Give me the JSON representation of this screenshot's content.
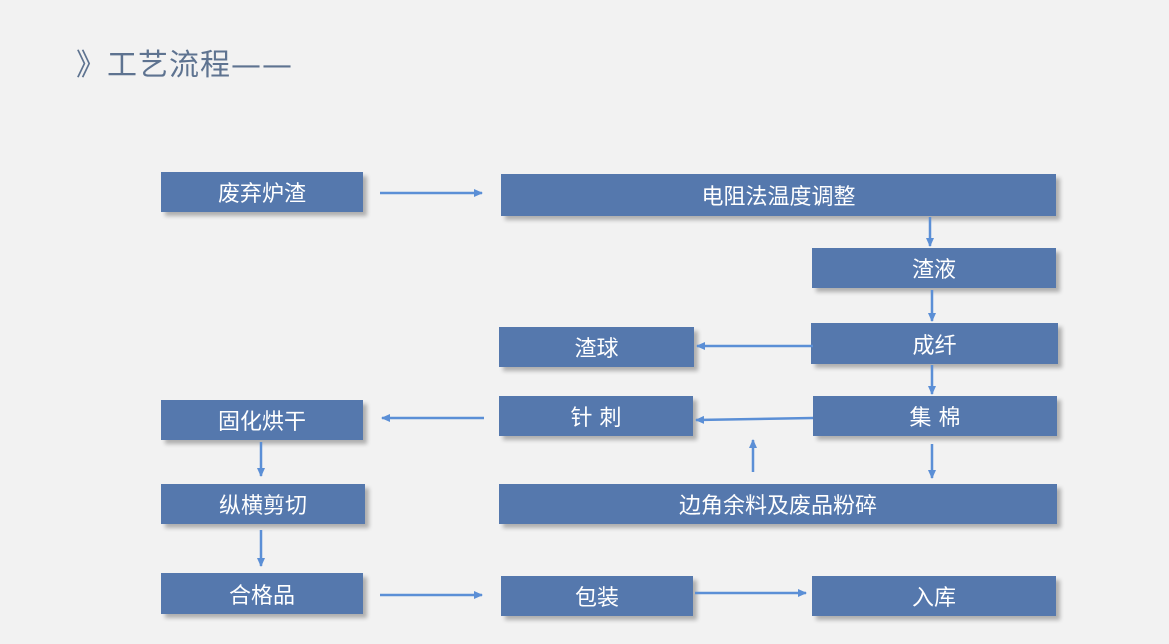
{
  "page": {
    "title": "》工艺流程——"
  },
  "nodes": {
    "waste_slag": "废弃炉渣",
    "temp_adjust": "电阻法温度调整",
    "slag_liquid": "渣液",
    "fiber_forming": "成纤",
    "slag_ball": "渣球",
    "needle_punch": "针 刺",
    "wool_collect": "集 棉",
    "curing_drying": "固化烘干",
    "cross_cutting": "纵横剪切",
    "scrap_crushing": "边角余料及废品粉碎",
    "qualified": "合格品",
    "packaging": "包装",
    "warehouse": "入库"
  },
  "colors": {
    "node_fill": "#5578ad",
    "arrow": "#5b8fd6",
    "title": "#5e7390"
  }
}
